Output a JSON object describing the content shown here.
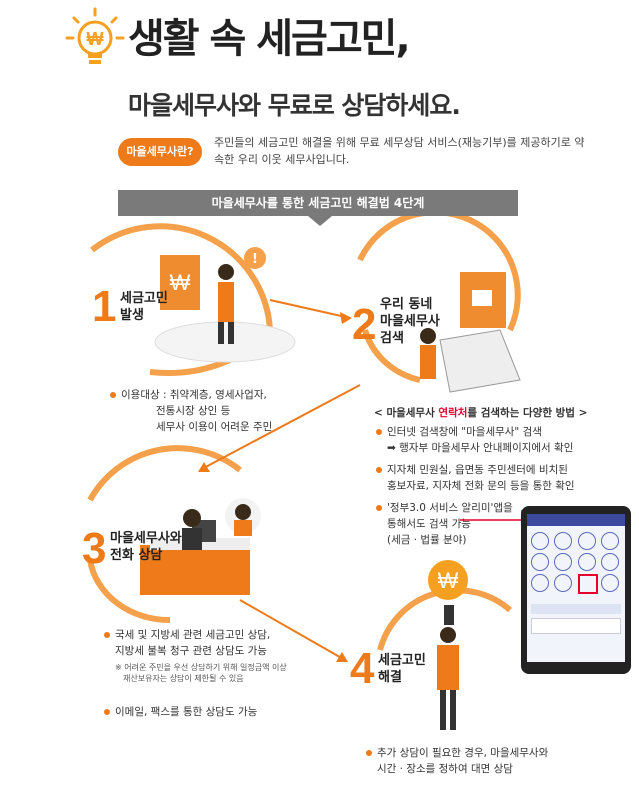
{
  "header": {
    "title": "생활 속 세금고민,",
    "subtitle": "마을세무사와 무료로 상담하세요."
  },
  "intro": {
    "pill": "마을세무사란?",
    "text": "주민들의 세금고민 해결을 위해 무료 세무상담 서비스(재능기부)를 제공하기로 약속한 우리 이웃 세무사입니다."
  },
  "banner": "마을세무사를 통한 세금고민 해결법 4단계",
  "steps": [
    {
      "num": "1",
      "label": "세금고민\n발생"
    },
    {
      "num": "2",
      "label": "우리 동네\n마을세무사\n검색"
    },
    {
      "num": "3",
      "label": "마을세무사와\n전화 상담"
    },
    {
      "num": "4",
      "label": "세금고민\n해결"
    }
  ],
  "step1_bullet": {
    "prefix": "이용대상 : ",
    "lines": [
      "취약계층, 영세사업자,",
      "전통시장 상인 등",
      "세무사 이용이 어려운 주민"
    ]
  },
  "search_methods": {
    "heading_pre": "< 마을세무사 ",
    "heading_em": "연락처",
    "heading_post": "를 검색하는 다양한 방법 >",
    "items": [
      {
        "lines": [
          "인터넷 검색창에 \"마을세무사\" 검색",
          "➡ 행자부 마을세무사 안내페이지에서 확인"
        ]
      },
      {
        "lines": [
          "지자체 민원실, 읍면동 주민센터에 비치된",
          "홍보자료, 지자체 전화 문의 등을 통한 확인"
        ]
      },
      {
        "lines": [
          "'정부3.0 서비스 알리미'앱을",
          "통해서도 검색 가능",
          "(세금 · 법률 분야)"
        ]
      }
    ]
  },
  "step3_bullets": {
    "main": [
      "국세 및 지방세 관련 세금고민 상담,",
      "지방세 불복 청구 관련 상담도 가능"
    ],
    "note": [
      "※ 어려운 주민을 우선 상담하기 위해 일정금액 이상",
      "재산보유자는 상담이 제한될 수 있음"
    ],
    "extra": "이메일, 팩스를 통한 상담도 가능"
  },
  "step4_bullet": [
    "추가 상담이 필요한 경우, 마을세무사와",
    "시간 · 장소를 정하여 대면 상담"
  ],
  "colors": {
    "accent": "#ee7a1a",
    "banner": "#7a7a7a",
    "highlight": "#e8002d"
  }
}
